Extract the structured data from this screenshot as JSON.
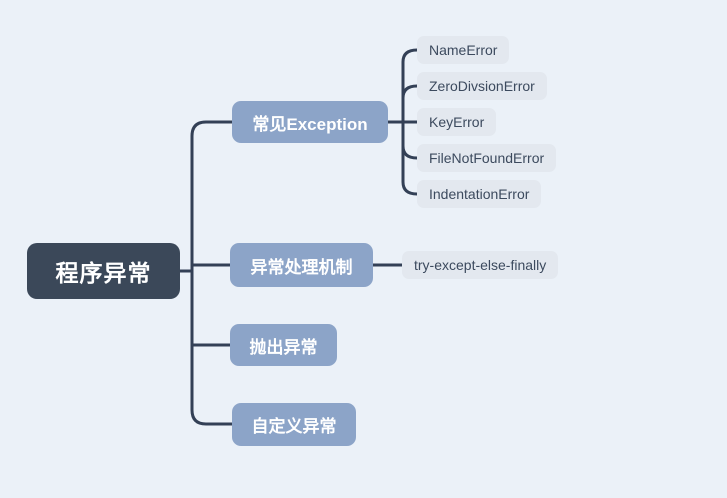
{
  "theme": {
    "canvas-bg": "#ebf1f8",
    "root-bg": "#3b4859",
    "root-text": "#ffffff",
    "branch-bg": "#8ca4c8",
    "branch-text": "#ffffff",
    "leaf-bg": "#e3e8ef",
    "leaf-text": "#3c4a5e",
    "line-color": "#334056"
  },
  "mindmap": {
    "root": {
      "label": "程序异常"
    },
    "branches": [
      {
        "label": "常见Exception",
        "children": [
          {
            "label": "NameError"
          },
          {
            "label": "ZeroDivsionError"
          },
          {
            "label": "KeyError"
          },
          {
            "label": "FileNotFoundError"
          },
          {
            "label": "IndentationError"
          }
        ]
      },
      {
        "label": "异常处理机制",
        "children": [
          {
            "label": "try-except-else-finally"
          }
        ]
      },
      {
        "label": "抛出异常",
        "children": []
      },
      {
        "label": "自定义异常",
        "children": []
      }
    ]
  }
}
